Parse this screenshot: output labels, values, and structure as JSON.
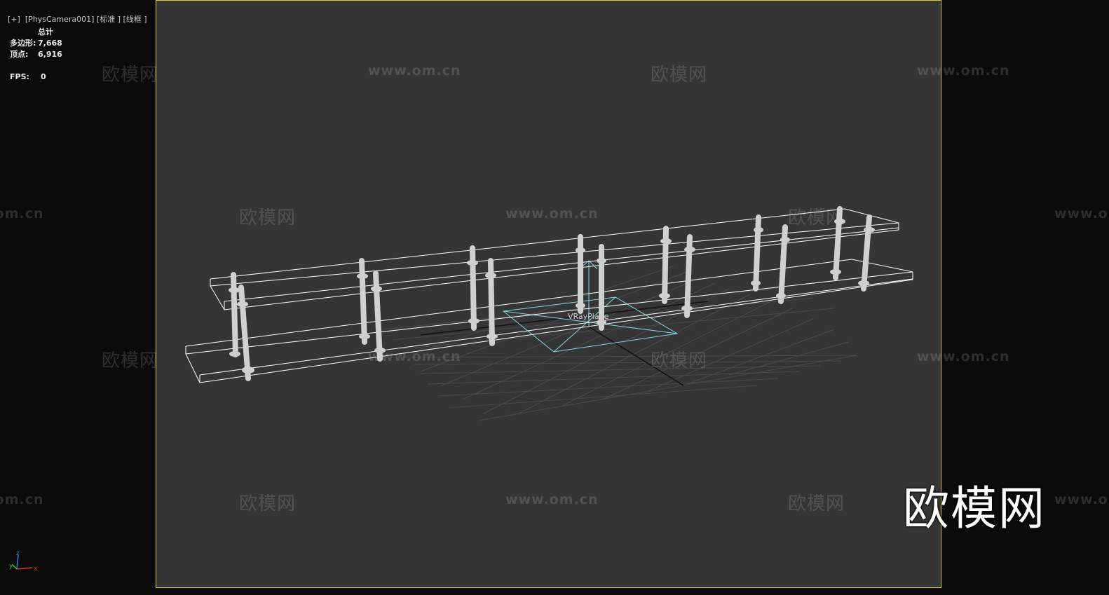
{
  "viewport": {
    "label_plus": "[+]",
    "label_camera": "[PhysCamera001]",
    "label_shading": "[标准 ]",
    "label_mode": "[线框 ]",
    "border_color": "#d6cf2e",
    "background": "#353535"
  },
  "stats": {
    "header": "总计",
    "polygons_label": "多边形:",
    "polygons_value": "7,668",
    "vertices_label": "顶点:",
    "vertices_value": "6,916",
    "fps_label": "FPS:",
    "fps_value": "0"
  },
  "scene": {
    "plane_label": "VRayPlane",
    "wireframe_color": "#ffffff",
    "plane_color": "#7fd8e0"
  },
  "watermarks": {
    "logo_text": "欧模网",
    "url_text": "www.om.cn",
    "big_logo": "欧模网"
  },
  "axis": {
    "x": "x",
    "y": "y",
    "z": "z"
  }
}
